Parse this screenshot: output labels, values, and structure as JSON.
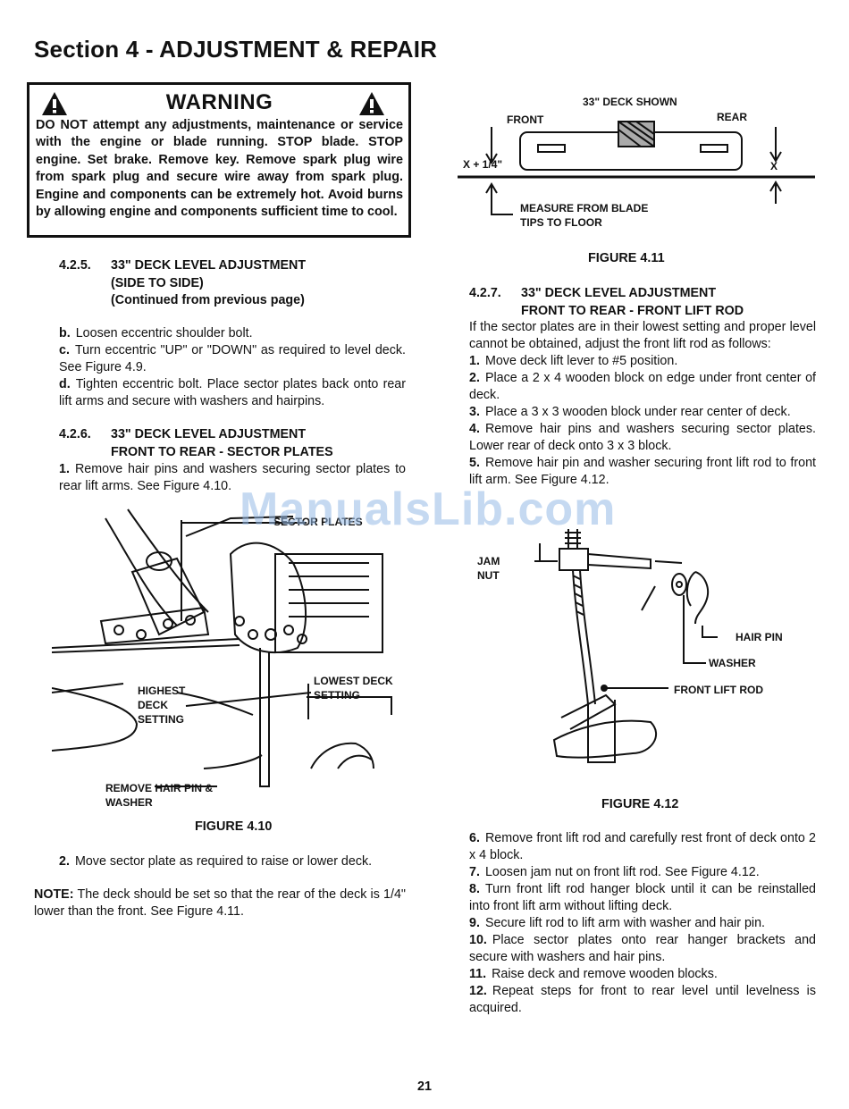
{
  "title": "Section 4 - ADJUSTMENT & REPAIR",
  "warning": {
    "heading": "WARNING",
    "text": "DO NOT attempt any adjustments, maintenance or service with the engine or blade running. STOP blade. STOP engine. Set brake. Remove key. Remove spark plug wire from spark plug and secure wire away from spark plug. Engine and components can be extremely hot. Avoid burns by allowing engine and components sufficient time to cool."
  },
  "sec425": {
    "num": "4.2.5.",
    "line1": "33\" DECK LEVEL ADJUSTMENT",
    "line2": "(SIDE TO SIDE)",
    "line3": "(Continued from previous page)",
    "steps": [
      {
        "label": "b.",
        "text": "Loosen eccentric shoulder bolt."
      },
      {
        "label": "c.",
        "text": "Turn eccentric \"UP\" or \"DOWN\" as required to level deck. See Figure 4.9."
      },
      {
        "label": "d.",
        "text": "Tighten eccentric bolt. Place sector plates back onto rear lift arms and secure with washers and hairpins."
      }
    ]
  },
  "sec426": {
    "num": "4.2.6.",
    "line1": "33\" DECK LEVEL ADJUSTMENT",
    "line2": "FRONT TO REAR - SECTOR PLATES",
    "step1": {
      "label": "1.",
      "text": "Remove hair pins and washers securing sector plates to rear lift arms. See Figure 4.10."
    }
  },
  "fig410": {
    "caption": "FIGURE 4.10",
    "label_sector": "SECTOR PLATES",
    "label_highest_1": "HIGHEST",
    "label_highest_2": "DECK",
    "label_highest_3": "SETTING",
    "label_lowest_1": "LOWEST DECK",
    "label_lowest_2": "SETTING",
    "label_remove_1": "REMOVE HAIR PIN &",
    "label_remove_2": "WASHER"
  },
  "left_after": {
    "step2": {
      "label": "2.",
      "text": "Move sector plate as required to raise or lower deck."
    },
    "note_label": "NOTE:",
    "note_text": "The deck should be set so that the rear of the deck is 1/4\" lower than the front. See Figure 4.11."
  },
  "fig411": {
    "caption": "FIGURE 4.11",
    "label_shown": "33\" DECK SHOWN",
    "label_front": "FRONT",
    "label_rear": "REAR",
    "label_x14": "X + 1/4\"",
    "label_x": "X",
    "label_measure_1": "MEASURE FROM BLADE",
    "label_measure_2": "TIPS TO FLOOR"
  },
  "sec427": {
    "num": "4.2.7.",
    "line1": "33\" DECK LEVEL ADJUSTMENT",
    "line2": "FRONT TO REAR - FRONT LIFT ROD",
    "intro": "If the sector plates are in their lowest setting and proper level cannot be obtained, adjust the front lift rod as follows:",
    "steps_a": [
      {
        "label": "1.",
        "text": "Move deck lift lever to #5 position."
      },
      {
        "label": "2.",
        "text": "Place a 2 x 4 wooden block on edge under front center of deck."
      },
      {
        "label": "3.",
        "text": "Place a 3 x 3 wooden block under rear center of deck."
      },
      {
        "label": "4.",
        "text": "Remove hair pins and washers securing sector plates. Lower rear of deck onto 3 x 3 block."
      },
      {
        "label": "5.",
        "text": "Remove hair pin and washer securing front lift rod to front lift arm. See Figure 4.12."
      }
    ],
    "steps_b": [
      {
        "label": "6.",
        "text": "Remove front lift rod and carefully rest front of deck onto 2 x 4 block."
      },
      {
        "label": "7.",
        "text": "Loosen jam nut on front lift rod. See Figure 4.12."
      },
      {
        "label": "8.",
        "text": "Turn front lift rod hanger block until it can be reinstalled into front lift arm without lifting deck."
      },
      {
        "label": "9.",
        "text": "Secure lift rod to lift arm with washer and hair pin."
      },
      {
        "label": "10.",
        "text": "Place sector plates onto rear hanger brackets and secure with washers and hair pins."
      },
      {
        "label": "11.",
        "text": "Raise deck and remove wooden blocks."
      },
      {
        "label": "12.",
        "text": "Repeat steps for front to rear level until levelness is acquired."
      }
    ]
  },
  "fig412": {
    "caption": "FIGURE 4.12",
    "label_jam_1": "JAM",
    "label_jam_2": "NUT",
    "label_hairpin": "HAIR PIN",
    "label_washer": "WASHER",
    "label_rod": "FRONT LIFT ROD"
  },
  "watermark": "ManualsLib.com",
  "page_number": "21"
}
